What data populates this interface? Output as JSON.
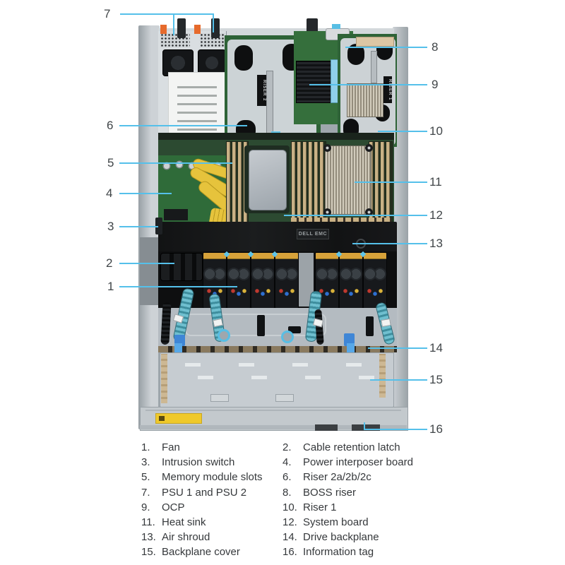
{
  "figure": {
    "callouts": {
      "c1": "1",
      "c2": "2",
      "c3": "3",
      "c4": "4",
      "c5": "5",
      "c6": "6",
      "c7": "7",
      "c8": "8",
      "c9": "9",
      "c10": "10",
      "c11": "11",
      "c12": "12",
      "c13": "13",
      "c14": "14",
      "c15": "15",
      "c16": "16"
    },
    "part_labels": {
      "riser2": "RISER 2",
      "riser1": "RISER 1",
      "dell_badge": "DELL EMC"
    },
    "colors": {
      "callout_line": "#55C0EA",
      "callout_number": "#404548",
      "chassis_metal": "#C6CCD1",
      "pcb_green": "#2E6337",
      "air_shroud_black": "#141516",
      "dimm_tan": "#C9B185",
      "accent_blue": "#58BEE4",
      "psu_tab_orange": "#E66A2C",
      "warning_tag_yellow": "#EFC92B"
    }
  },
  "legend": {
    "items": [
      {
        "num": "1.",
        "label": "Fan"
      },
      {
        "num": "2.",
        "label": "Cable retention latch"
      },
      {
        "num": "3.",
        "label": "Intrusion switch"
      },
      {
        "num": "4.",
        "label": "Power interposer board"
      },
      {
        "num": "5.",
        "label": "Memory module slots"
      },
      {
        "num": "6.",
        "label": "Riser 2a/2b/2c"
      },
      {
        "num": "7.",
        "label": "PSU 1 and PSU 2"
      },
      {
        "num": "8.",
        "label": "BOSS riser"
      },
      {
        "num": "9.",
        "label": "OCP"
      },
      {
        "num": "10.",
        "label": "Riser 1"
      },
      {
        "num": "11.",
        "label": "Heat sink"
      },
      {
        "num": "12.",
        "label": "System board"
      },
      {
        "num": "13.",
        "label": "Air shroud"
      },
      {
        "num": "14.",
        "label": "Drive backplane"
      },
      {
        "num": "15.",
        "label": "Backplane cover"
      },
      {
        "num": "16.",
        "label": "Information tag"
      }
    ]
  }
}
